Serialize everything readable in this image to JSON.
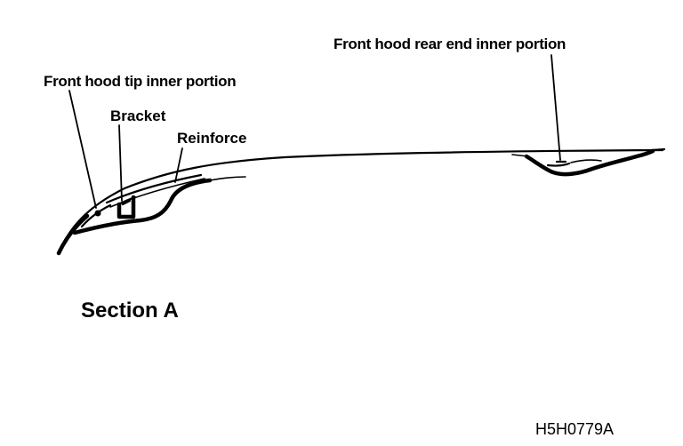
{
  "diagram": {
    "labels": {
      "front_hood_tip_inner_portion": "Front hood tip inner portion",
      "bracket": "Bracket",
      "reinforce": "Reinforce",
      "front_hood_rear_end_inner_portion": "Front hood rear end inner portion"
    },
    "section_title": "Section A",
    "figure_code": "H5H0779A"
  }
}
